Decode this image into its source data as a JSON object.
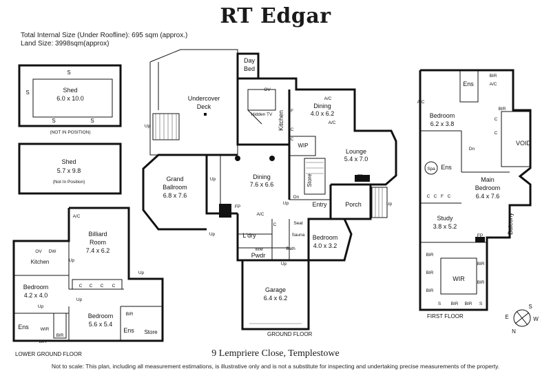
{
  "brand": "RT Edgar",
  "total_size": "Total Internal Size (Under Roofline): 695 sqm (approx.)",
  "land_size": "Land Size: 3998sqm(approx)",
  "address": "9 Lempriere Close, Templestowe",
  "disclaimer": "Not to scale: This plan, including all measurement estimations, is illustrative only and is not a substitute for inspecting and undertaking precise measurements of the property.",
  "floors": {
    "ground": "GROUND FLOOR",
    "lower": "LOWER GROUND FLOOR",
    "first": "FIRST FLOOR"
  },
  "sheds": [
    {
      "name": "Shed",
      "dims": "6.0 x 10.0",
      "note": "(NOT IN POSITION)"
    },
    {
      "name": "Shed",
      "dims": "5.7 x 9.8",
      "note": "(Not In Position)"
    }
  ],
  "rooms": {
    "day_bed_1": "Day",
    "day_bed_2": "Bed",
    "undercover_1": "Undercover",
    "undercover_2": "Deck",
    "dining_upper": "Dining",
    "dining_upper_dims": "4.0 x 6.2",
    "lounge": "Lounge",
    "lounge_dims": "5.4 x 7.0",
    "grand_1": "Grand",
    "grand_2": "Ballroom",
    "grand_dims": "6.8 x 7.6",
    "dining_main": "Dining",
    "dining_main_dims": "7.6 x 6.6",
    "kitchen": "Kitchen",
    "wip": "WIP",
    "store": "Store",
    "entry": "Entry",
    "porch": "Porch",
    "ldry": "L'dry",
    "sauna": "Sauna",
    "bedroom_g": "Bedroom",
    "bedroom_g_dims": "4.0 x 3.2",
    "pwdr": "Pwdr",
    "bath": "Bath",
    "garage": "Garage",
    "garage_dims": "6.4 x 6.2",
    "billiard_1": "Billiard",
    "billiard_2": "Room",
    "billiard_dims": "7.4 x 6.2",
    "kitchen_lg": "Kitchen",
    "bedroom_lg1": "Bedroom",
    "bedroom_lg1_dims": "4.2 x 4.0",
    "bedroom_lg2": "Bedroom",
    "bedroom_lg2_dims": "5.6 x 5.4",
    "ens_lg1": "Ens",
    "wir_lg": "WIR",
    "ens_lg2": "Ens",
    "store_lg": "Store",
    "bedroom_ff": "Bedroom",
    "bedroom_ff_dims": "6.2 x 3.8",
    "ens_ff1": "Ens",
    "ens_ff2": "Ens",
    "void": "VOID",
    "main_bed_1": "Main",
    "main_bed_2": "Bedroom",
    "main_bed_dims": "6.4 x 7.6",
    "study": "Study",
    "study_dims": "3.8 x 5.2",
    "balcony": "Balcony",
    "wir_ff": "WIR",
    "spa": "Spa"
  },
  "labels": {
    "up": "Up",
    "dn": "Dn",
    "ac": "A/C",
    "ov": "OV",
    "dw": "DW",
    "fp": "FP",
    "bir": "BIR",
    "wm": "WM",
    "seat": "Seat",
    "c": "C",
    "f": "F",
    "s": "S",
    "hidden_tv": "Hidden TV"
  },
  "compass": {
    "n": "N",
    "s": "S",
    "e": "E",
    "w": "W"
  }
}
